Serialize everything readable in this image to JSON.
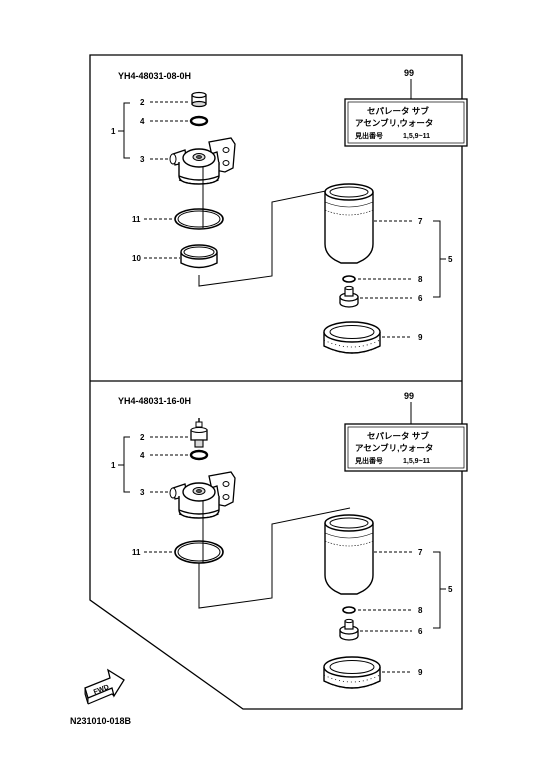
{
  "colors": {
    "ink": "#000000",
    "paper": "#ffffff",
    "shade": "#d9d9d9",
    "dark": "#555555"
  },
  "sections": [
    {
      "part_code": "YH4-48031-08-0H",
      "ref_number": "99",
      "label_line1": "セパレータ サブ",
      "label_line2": "アセンブリ,ウォータ",
      "label_key": "見出番号",
      "label_value": "1,5,9~11",
      "callouts": {
        "group_1": "1",
        "screw_plug": "2",
        "o_ring": "4",
        "body": "3",
        "gasket": "11",
        "spacer": "10",
        "bowl": "7",
        "group_5": "5",
        "small_ring": "8",
        "drain_plug": "6",
        "ring_nut": "9"
      }
    },
    {
      "part_code": "YH4-48031-16-0H",
      "ref_number": "99",
      "label_line1": "セパレータ サブ",
      "label_line2": "アセンブリ,ウォータ",
      "label_key": "見出番号",
      "label_value": "1,5,9~11",
      "callouts": {
        "group_1": "1",
        "sensor": "2",
        "o_ring": "4",
        "body": "3",
        "gasket": "11",
        "bowl": "7",
        "group_5": "5",
        "small_ring": "8",
        "drain_plug": "6",
        "ring_nut": "9"
      }
    }
  ],
  "fwd_label": "FWD",
  "diagram_code": "N231010-018B"
}
